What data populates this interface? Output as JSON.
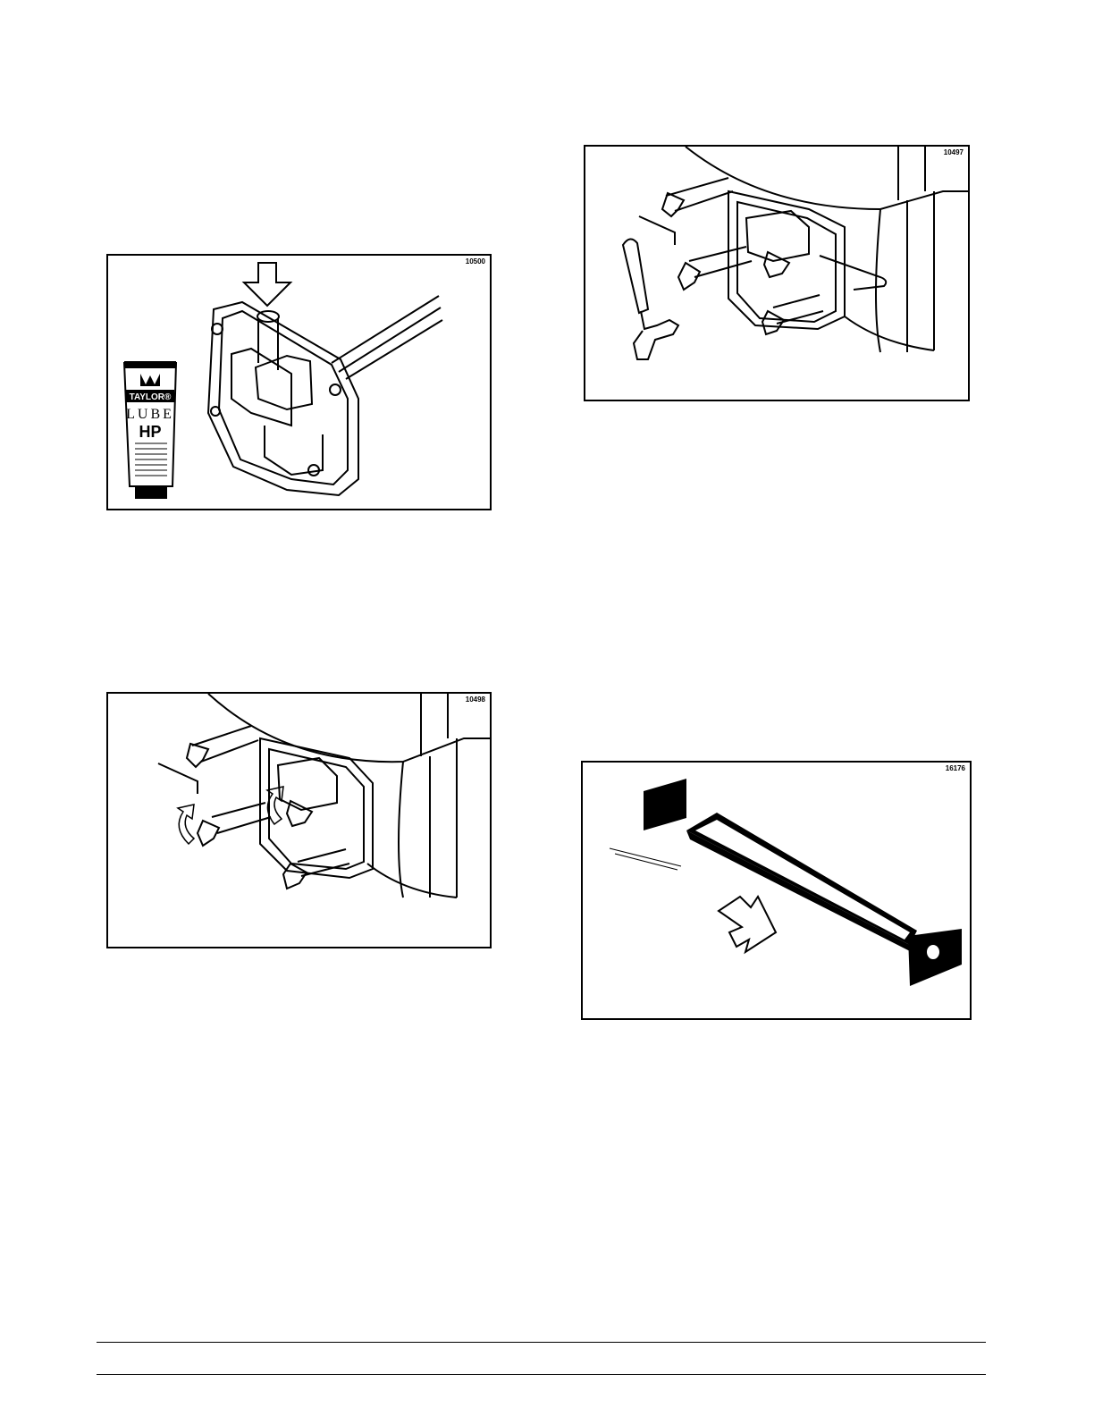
{
  "figures": [
    {
      "id": "fig1",
      "number": "10500"
    },
    {
      "id": "fig2",
      "number": "10497"
    },
    {
      "id": "fig3",
      "number": "10498"
    },
    {
      "id": "fig4",
      "number": "16176"
    }
  ],
  "tube_label": {
    "brand": "TAYLOR®",
    "product": "LUBE",
    "variant": "HP"
  }
}
